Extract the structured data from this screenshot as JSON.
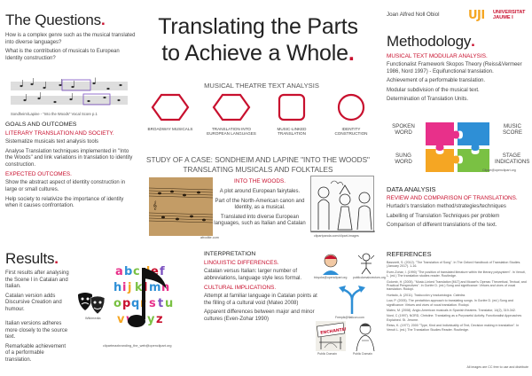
{
  "title": {
    "line1": "Translating the Parts",
    "line2": "to Achieve a Whole",
    "dot": "."
  },
  "author": "Joan Alfred Noll Obiol",
  "university": {
    "logo_text": "UJI",
    "name_line1": "UNIVERSITAT",
    "name_line2": "JAUME I"
  },
  "questions": {
    "heading": "The Questions",
    "q1": "How is a complex genre such as the musical translated into diverse languages?",
    "q2": "What is the contribution of musicals to European Identity construction?",
    "score_caption": "Sondheim/Lapine - \"Into the Woods\" Vocal Score p.1"
  },
  "goals": {
    "heading": "GOALS AND OUTCOMES",
    "sub1": "LITERARY TRANSLATION AND SOCIETY.",
    "p1": "Sistematize musicals text analysis tools",
    "p2": "Analyse Translation techniques implemented in \"Into the Woods\" and link variations in translation to identity construction.",
    "sub2": "EXPECTED OUTCOMES.",
    "p3": "Show the abstract aspect of identity construction in large or small cultures.",
    "p4": "Help society to relativize the importance of identity when it causes confrontation."
  },
  "mtta": {
    "heading": "MUSICAL THEATRE TEXT ANALYSIS",
    "items": [
      {
        "label": "BROADWAY MUSICALS",
        "shape": "hexagon"
      },
      {
        "label": "TRANSLATION INTO EUROPEAN LANGUAGES",
        "shape": "hexagon"
      },
      {
        "label": "MUSIC-LINKED TRANSLATION",
        "shape": "square"
      },
      {
        "label": "IDENTITY CONSTRUCTION",
        "shape": "circle"
      }
    ]
  },
  "case": {
    "line1": "STUDY OF A CASE: SONDHEIM AND LAPINE \"INTO THE WOODS\"",
    "line2": "TRANSLATING MUSICALS AND FOLKTALES",
    "sub": "INTO THE WOODS.",
    "p1": "A plot around European fairytales.",
    "p2": "Part of the North-American canon and Identity, as a musical.",
    "p3": "Translated into diverse European languages, such as Italian and Catalan",
    "credit_left": "afrodite.com",
    "credit_right": "clipartpanda.com/clipart-images"
  },
  "methodology": {
    "heading": "Methodology",
    "sub": "MUSICAL TEXT MODULAR ANALYSIS.",
    "p1": "Functionalist Framework Skopos Theory (Reiss&Vermeer 1986, Nord 1997) - Equifunctional translation.",
    "p2": "Achievement of a performable translation.",
    "p3": "Modular subdivision of the musical text.",
    "p4": "Determination of Translation Units.",
    "puzzle": {
      "spoken_line1": "SPOKEN",
      "spoken_line2": "WORD",
      "music_line1": "MUSIC",
      "music_line2": "SCORE",
      "sung_line1": "SUNG",
      "sung_line2": "WORD",
      "stage_line1": "STAGE",
      "stage_line2": "INDICATIONS",
      "credit": "Clipart@openclipart.org",
      "colors": [
        "#e8308a",
        "#2e8fd6",
        "#f5a623",
        "#7ac143"
      ]
    }
  },
  "data_analysis": {
    "heading": "DATA ANALYSIS",
    "sub": "REVIEW AND COMPARISON OF TRANSLATIONS.",
    "p1": "Hurtado's translation method/strategies/techniques",
    "p2": "Labelling of Translation Techniques per problem",
    "p3": "Comparison of different translations of the text."
  },
  "results": {
    "heading": "Results",
    "p1": "First results after analysing the Scene I in Catalan and Italian.",
    "p2": "Catalan version adds Discursive Creation and humour.",
    "p3": "Italian versions adheres more closely to the source text.",
    "p4": "Remarkable achievement of a performable translation.",
    "masks_credit": "Wikimedia",
    "letters": "abcdefghijklmnopqrstuvwxyz",
    "letters_credit": "clipartmaxbranding_the_web@openclipart.org"
  },
  "interpretation": {
    "heading": "INTERPRETATION",
    "sub1": "LINGUISTIC DIFFERENCES.",
    "p1": "Catalan versus Italian: larger number of abbreviations, language style less formal.",
    "sub2": "CULTURAL IMPLICATIONS.",
    "p2": "Attempt at familiar language in Catalan points at the filling of a cultural void (Mateo 2008)",
    "p3": "Apparent differences between major and minor cultures (Even-Zohar 1990)",
    "credit1": "bloyoks@openclipart.org",
    "credit2": "publicdomainvectors.org",
    "credit3": "Freepik@flaticon.com",
    "credit4": "Public Domain",
    "credit5": "Public Domain",
    "sign_text": "ENCHANTED"
  },
  "references": {
    "heading": "REFERENCES",
    "items": [
      "Bassnett, S. (2012). \"The Translation of Song\". In The Oxford Handbook of Translation Studies. (January 2017). 1-16.",
      "Even-Zohar, I. (1990) \"The position of translated literature within the literary polysystem\". In Venuti, L. (ed.) The translation studies reader. Routledge.",
      "Golomb, H. (2005). \"Music-Linked Translation [MLT] and Mozart's Operas: Theoretical, Textual, and Practical Perspectives\". In Gorlée D. (ed.) Song and significance: Virtues and vices of vocal translation. Rodopi.",
      "Hurtado, A. (2011). Traducción y traductología. Cátedra.",
      "Low, P. (2005). The pentathlon approach to translating songs. In Gorlée D. (ed.) Song and significance: Virtues and vices of vocal translation. Rodopi.",
      "Mateo, M. (2008). Anglo-American musicals in Spanish theatres. Translator, 14(2), 319-342.",
      "Nord, C (1997). NORD, Christine. Translating as a Purposeful Activity. Functionalist Approaches Explained. St. Jerome.",
      "Reiss, K. (1977). 2000 \"Type, Kind and Individuality of Text, Decision making in translation\". In Venuti L. (ed.) The Translation Studies Reader. Routledge."
    ],
    "footnote": "All images are CC free to use and distribute"
  }
}
